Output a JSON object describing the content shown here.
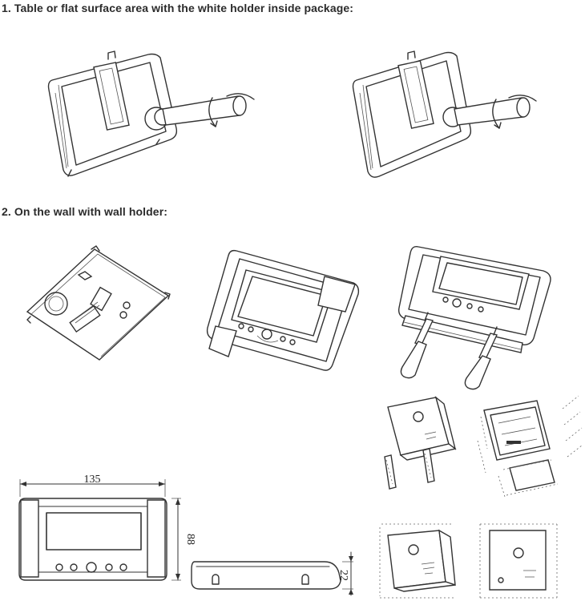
{
  "sections": [
    {
      "id": "table",
      "heading": "1. Table or flat surface area with the white holder inside package:"
    },
    {
      "id": "wall",
      "heading": "2. On the wall with wall holder:"
    }
  ],
  "dimensions": {
    "width": "135",
    "height": "88",
    "depth": "22"
  }
}
